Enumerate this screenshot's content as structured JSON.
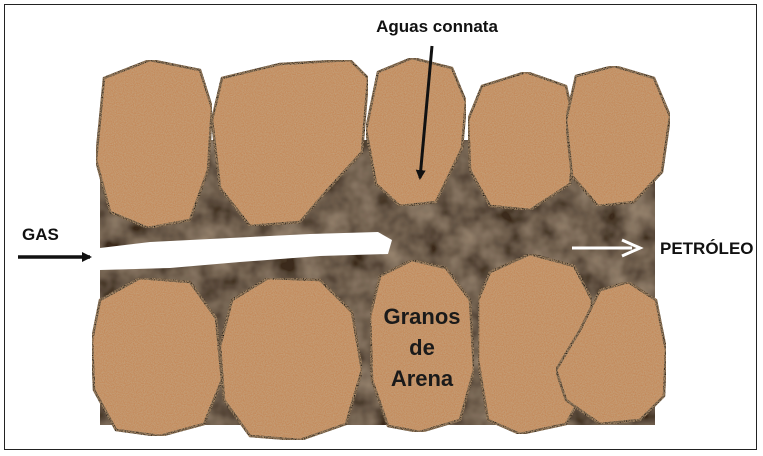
{
  "labels": {
    "connate_water": "Aguas connata",
    "gas": "GAS",
    "oil": "PETRÓLEO",
    "sand_grains_line1": "Granos",
    "sand_grains_line2": "de",
    "sand_grains_line3": "Arena"
  },
  "colors": {
    "grain_fill": "#c4895a",
    "pore_fill": "#3b2a1d",
    "gas_channel": "#ffffff",
    "outline": "#111111"
  }
}
